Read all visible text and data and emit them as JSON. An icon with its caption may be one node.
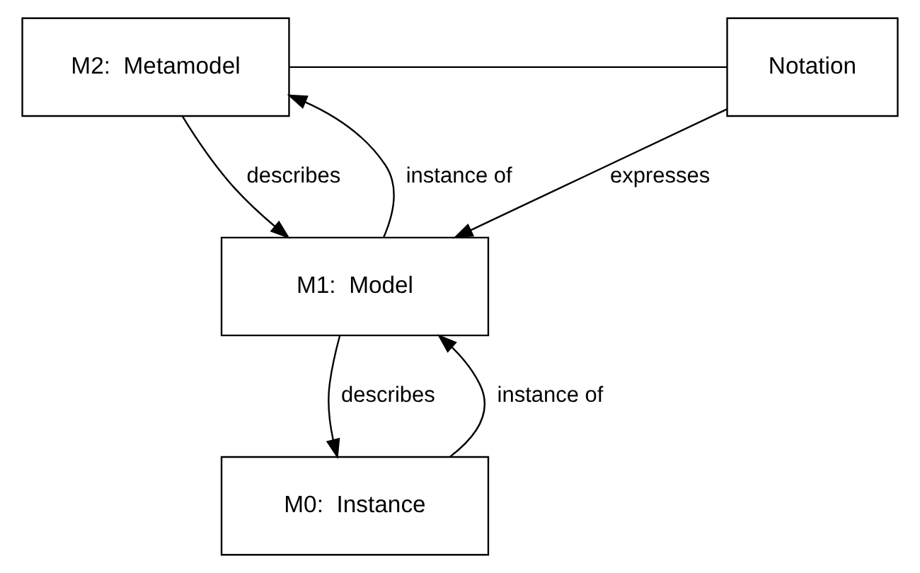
{
  "diagram": {
    "nodes": [
      {
        "text": [
          "M2:  Metamodel"
        ]
      },
      {
        "text": [
          "Notation"
        ]
      },
      {
        "text": [
          "M1:  Model"
        ]
      },
      {
        "text": [
          "M0:  Instance"
        ]
      }
    ],
    "edges": [
      {
        "from": 0,
        "to": 1,
        "arrow": "none"
      },
      {
        "from": 2,
        "to": 0,
        "arrow": "to",
        "label": "instance of"
      },
      {
        "from": 0,
        "to": 2,
        "arrow": "to",
        "label": "describes"
      },
      {
        "from": 1,
        "to": 2,
        "arrow": "to",
        "label": "expresses"
      },
      {
        "from": 3,
        "to": 2,
        "arrow": "to",
        "label": "instance of"
      },
      {
        "from": 2,
        "to": 3,
        "arrow": "to",
        "label": "describes"
      }
    ]
  }
}
